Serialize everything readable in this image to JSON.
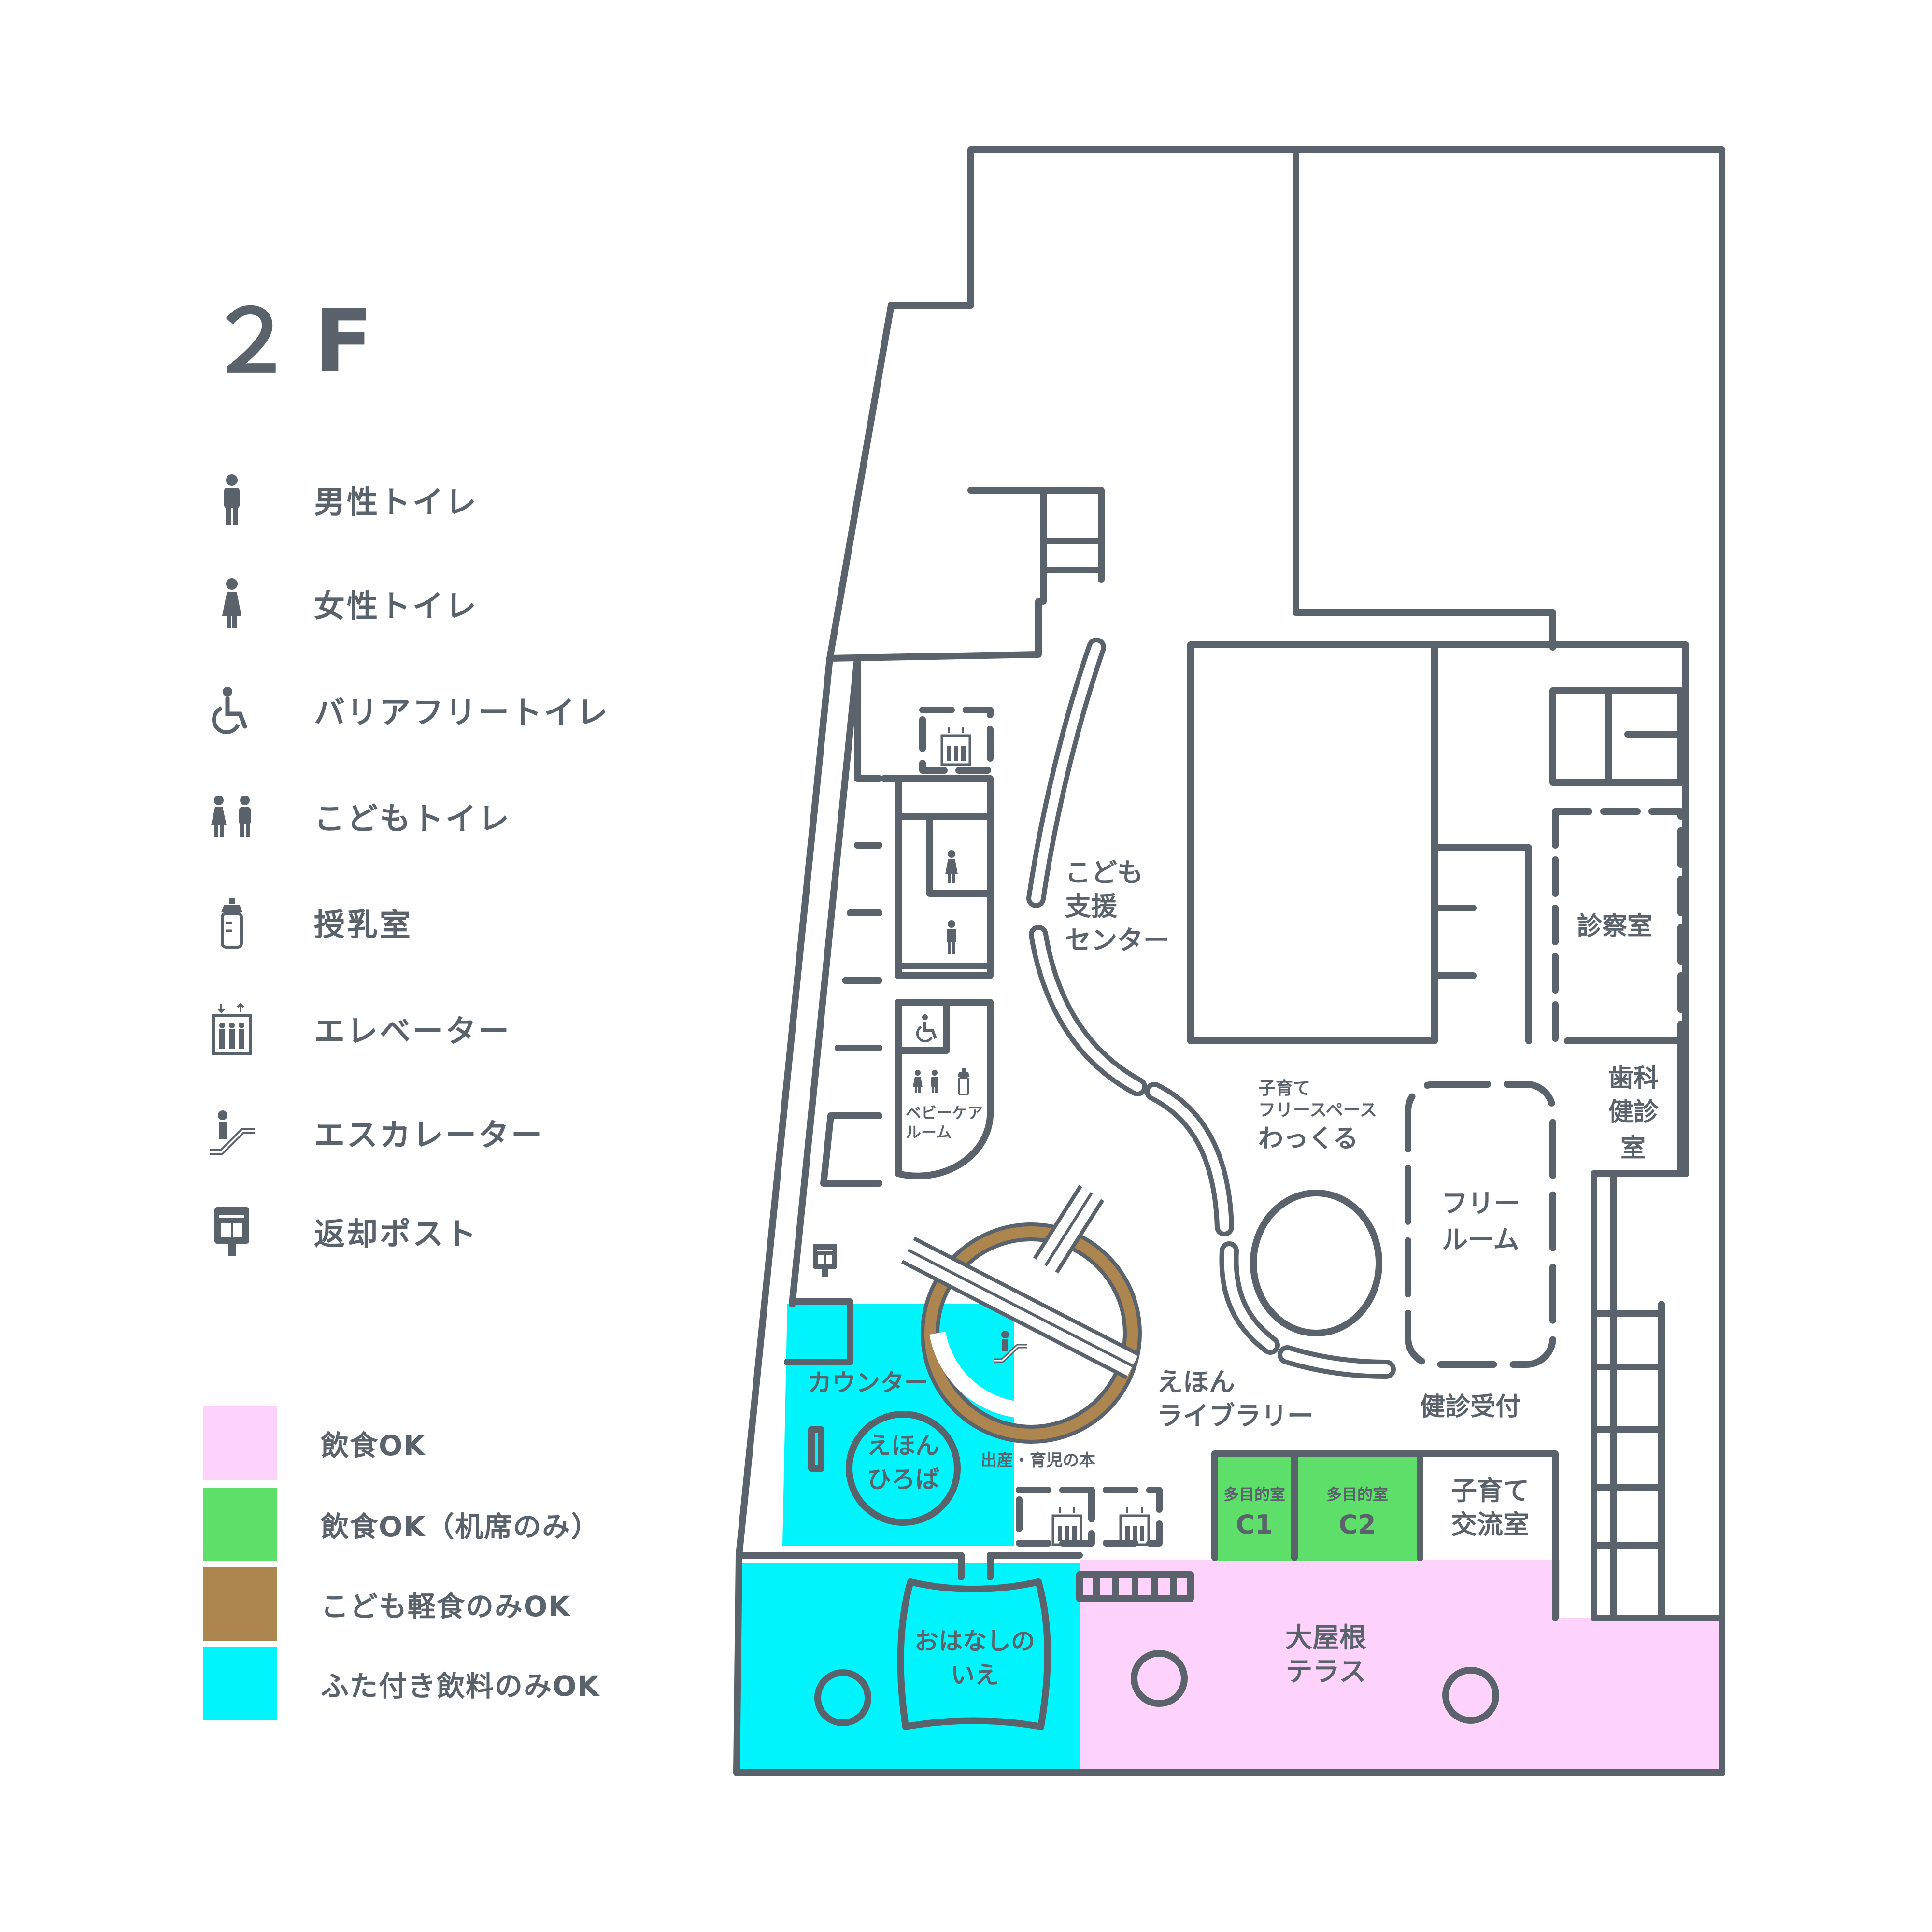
{
  "floor": "２F",
  "legend": {
    "men": "男性トイレ",
    "women": "女性トイレ",
    "barrier_free": "バリアフリートイレ",
    "kids": "こどもトイレ",
    "nursing": "授乳室",
    "elevator": "エレベーター",
    "escalator": "エスカレーター",
    "return_post": "返却ポスト"
  },
  "zones": {
    "eat_ok": "飲食OK",
    "eat_desk_only": "飲食OK（机席のみ）",
    "kids_snack": "こども軽食のみOK",
    "lidded_drink": "ふた付き飲料のみOK"
  },
  "colors": {
    "line": "#5a626b",
    "eat_ok": "#fdd3fb",
    "eat_desk_only": "#5ddf6a",
    "kids_snack": "#ac864e",
    "lidded_drink": "#00f4fb"
  },
  "rooms": {
    "support_1": "こども",
    "support_2": "支援",
    "support_3": "センター",
    "exam": "診察室",
    "dental_1": "歯科",
    "dental_2": "健診",
    "dental_3": "室",
    "free_1": "子育て",
    "free_2": "フリースペース",
    "free_3": "わっくる",
    "freeroom_1": "フリー",
    "freeroom_2": "ルーム",
    "library_1": "えほん",
    "library_2": "ライブラリー",
    "checkup": "健診受付",
    "babycare_1": "ベビーケア",
    "babycare_2": "ルーム",
    "counter": "カウンター",
    "hiroba_1": "えほん",
    "hiroba_2": "ひろば",
    "books": "出産・育児の本",
    "c1_1": "多目的室",
    "c1_2": "C1",
    "c2_1": "多目的室",
    "c2_2": "C2",
    "exchange_1": "子育て",
    "exchange_2": "交流室",
    "ohanashi_1": "おはなしの",
    "ohanashi_2": "いえ",
    "terrace_1": "大屋根",
    "terrace_2": "テラス"
  }
}
